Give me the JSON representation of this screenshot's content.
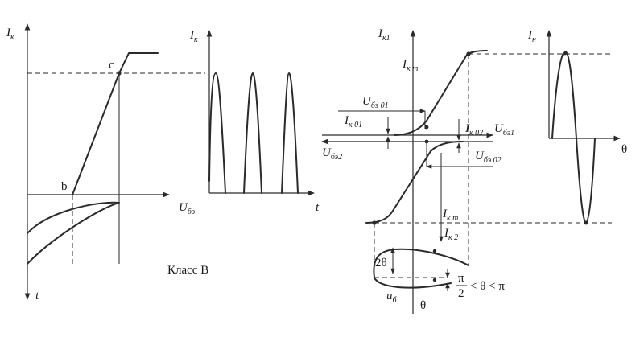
{
  "panel1": {
    "y_axis": "I",
    "y_axis_sub": "к",
    "x_axis": "U",
    "x_axis_sub": "бэ",
    "t_axis": "t",
    "point_b": "b",
    "point_c": "c",
    "caption": "Класс В"
  },
  "panel2": {
    "y_axis": "I",
    "y_axis_sub": "к",
    "t_axis": "t"
  },
  "panel3": {
    "y_axis": "I",
    "y_axis_sub": "к1",
    "ikm_top": "I",
    "ikm_top_sub": "к m",
    "ube01": "U",
    "ube01_sub": "бэ 01",
    "ik01": "I",
    "ik01_sub": "к 01",
    "ik02": "I",
    "ik02_sub": "к 02",
    "ube1": "U",
    "ube1_sub": "бэ1",
    "ube2": "U",
    "ube2_sub": "бэ2",
    "ube02": "U",
    "ube02_sub": "бэ 02",
    "ikm_bot": "I",
    "ikm_bot_sub": "к m",
    "ik2": "I",
    "ik2_sub": "к 2",
    "two_theta": "2θ",
    "u_b": "u",
    "u_b_sub": "б",
    "theta": "θ",
    "frac_num": "π",
    "frac_den": "2",
    "inequality": "< θ < π"
  },
  "panel4": {
    "y_axis": "I",
    "y_axis_sub": "н",
    "x_axis": "θ"
  }
}
